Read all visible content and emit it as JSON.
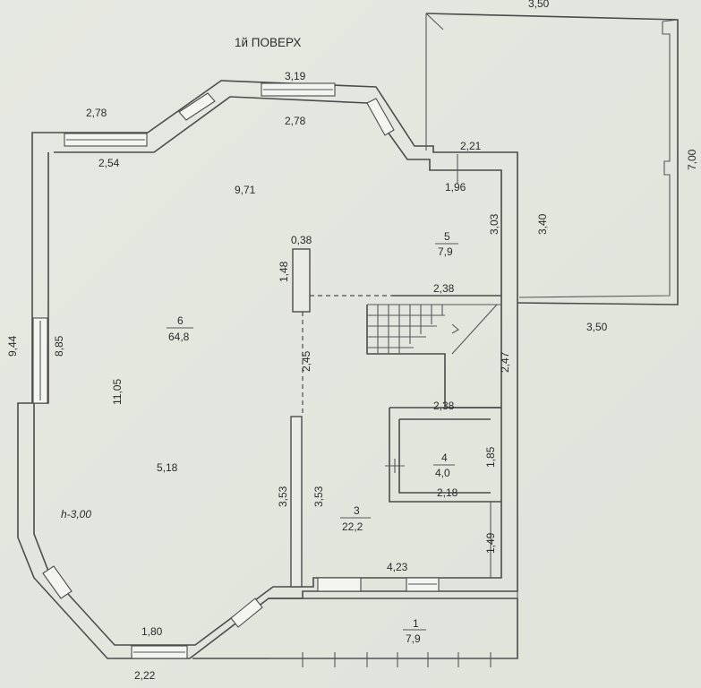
{
  "title": "1й ПОВЕРХ",
  "top_edge_number": "3,50",
  "ceiling_height": "h-3,00",
  "rooms": [
    {
      "number": "1",
      "area": "7,9"
    },
    {
      "number": "3",
      "area": "22,2"
    },
    {
      "number": "4",
      "area": "4,0"
    },
    {
      "number": "5",
      "area": "7,9"
    },
    {
      "number": "6",
      "area": "64,8"
    }
  ],
  "dimensions": {
    "outer_left_height": "9,44",
    "inner_left_height": "8,85",
    "room6_depth": "11,05",
    "room6_width": "5,18",
    "bay_top_outer": "3,19",
    "bay_top_inner": "2,78",
    "left_top_outer": "2,78",
    "left_top_inner": "2,54",
    "main_width": "9,71",
    "pillar_width": "0,38",
    "pillar_length": "1,48",
    "room5_top": "2,21",
    "room5_inner": "1,96",
    "room5_height": "3,03",
    "garage_height": "3,40",
    "garage_width": "3,50",
    "garage_outer_height": "7,00",
    "stair_width_top": "2,38",
    "stair_length": "2,47",
    "stair_width_bottom": "2,38",
    "opening_length": "2,45",
    "room4_height": "1,85",
    "room4_width": "2,18",
    "wall_left_3": "3,53",
    "wall_right_3": "3,53",
    "room3_lower": "1,49",
    "room3_bottom": "4,23",
    "bottom_inner": "1,80",
    "bottom_outer": "2,22"
  }
}
